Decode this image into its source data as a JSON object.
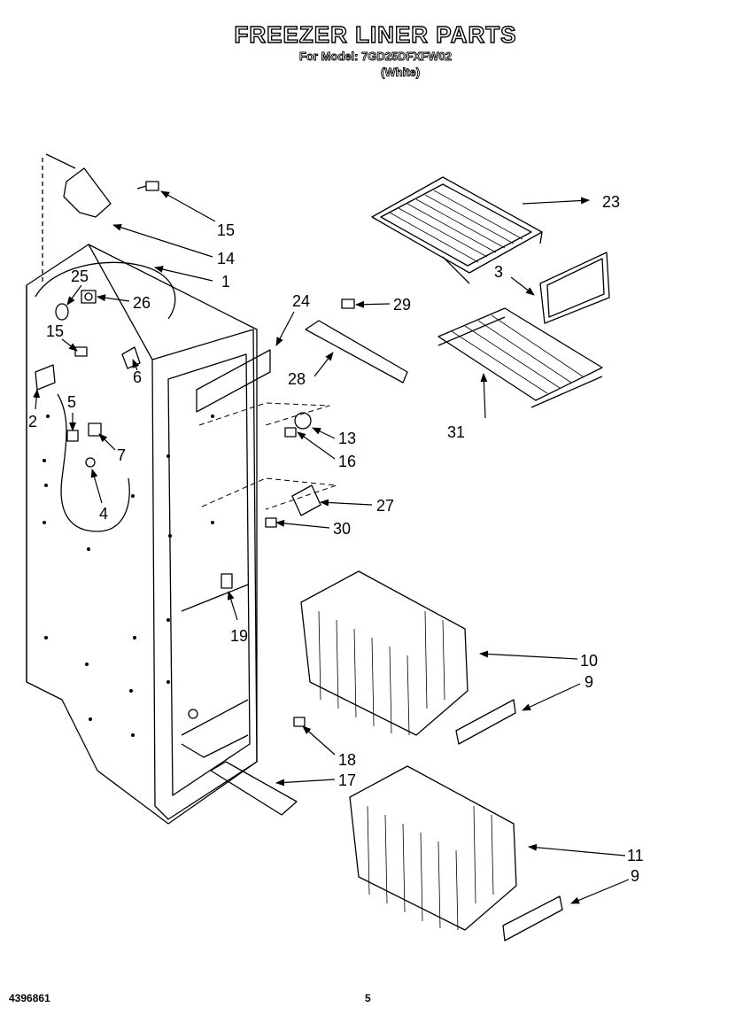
{
  "header": {
    "title": "FREEZER LINER PARTS",
    "model_line": "For Model: 7GD25DFXFW02",
    "color": "(White)"
  },
  "footer": {
    "doc_number": "4396861",
    "page_number": "5"
  },
  "callouts": {
    "c1": "1",
    "c2": "2",
    "c3": "3",
    "c4": "4",
    "c5": "5",
    "c6": "6",
    "c7": "7",
    "c9a": "9",
    "c9b": "9",
    "c10": "10",
    "c11": "11",
    "c13": "13",
    "c14": "14",
    "c15a": "15",
    "c15b": "15",
    "c16": "16",
    "c17": "17",
    "c18": "18",
    "c19": "19",
    "c23": "23",
    "c24": "24",
    "c25": "25",
    "c26": "26",
    "c27": "27",
    "c28": "28",
    "c29": "29",
    "c30": "30",
    "c31": "31"
  }
}
